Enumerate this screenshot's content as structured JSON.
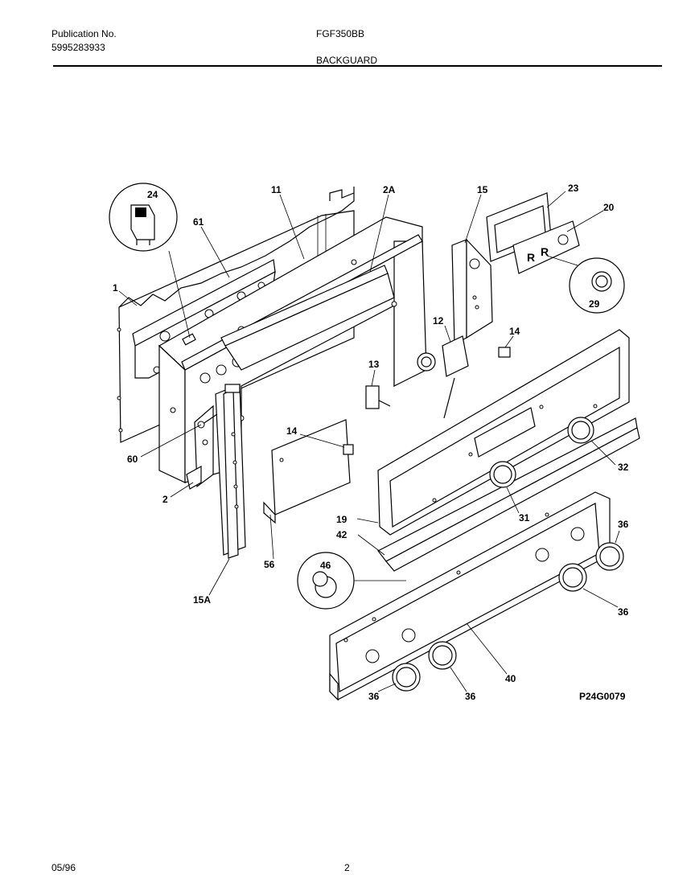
{
  "header": {
    "publication_label": "Publication No.",
    "publication_number": "5995283933",
    "model": "FGF350BB",
    "section": "BACKGUARD"
  },
  "footer": {
    "date": "05/96",
    "page": "2"
  },
  "diagram": {
    "code": "P24G0079",
    "labels": {
      "l24": "24",
      "l61": "61",
      "l11": "11",
      "l2a": "2A",
      "l15": "15",
      "l23": "23",
      "l20": "20",
      "l1": "1",
      "l29": "29",
      "l12": "12",
      "l14a": "14",
      "l13": "13",
      "l14b": "14",
      "l60": "60",
      "l2": "2",
      "l32": "32",
      "l31": "31",
      "l19": "19",
      "l42": "42",
      "l56": "56",
      "l15a": "15A",
      "l46": "46",
      "l36a": "36",
      "l36b": "36",
      "l36c": "36",
      "l36d": "36",
      "l40": "40"
    }
  }
}
